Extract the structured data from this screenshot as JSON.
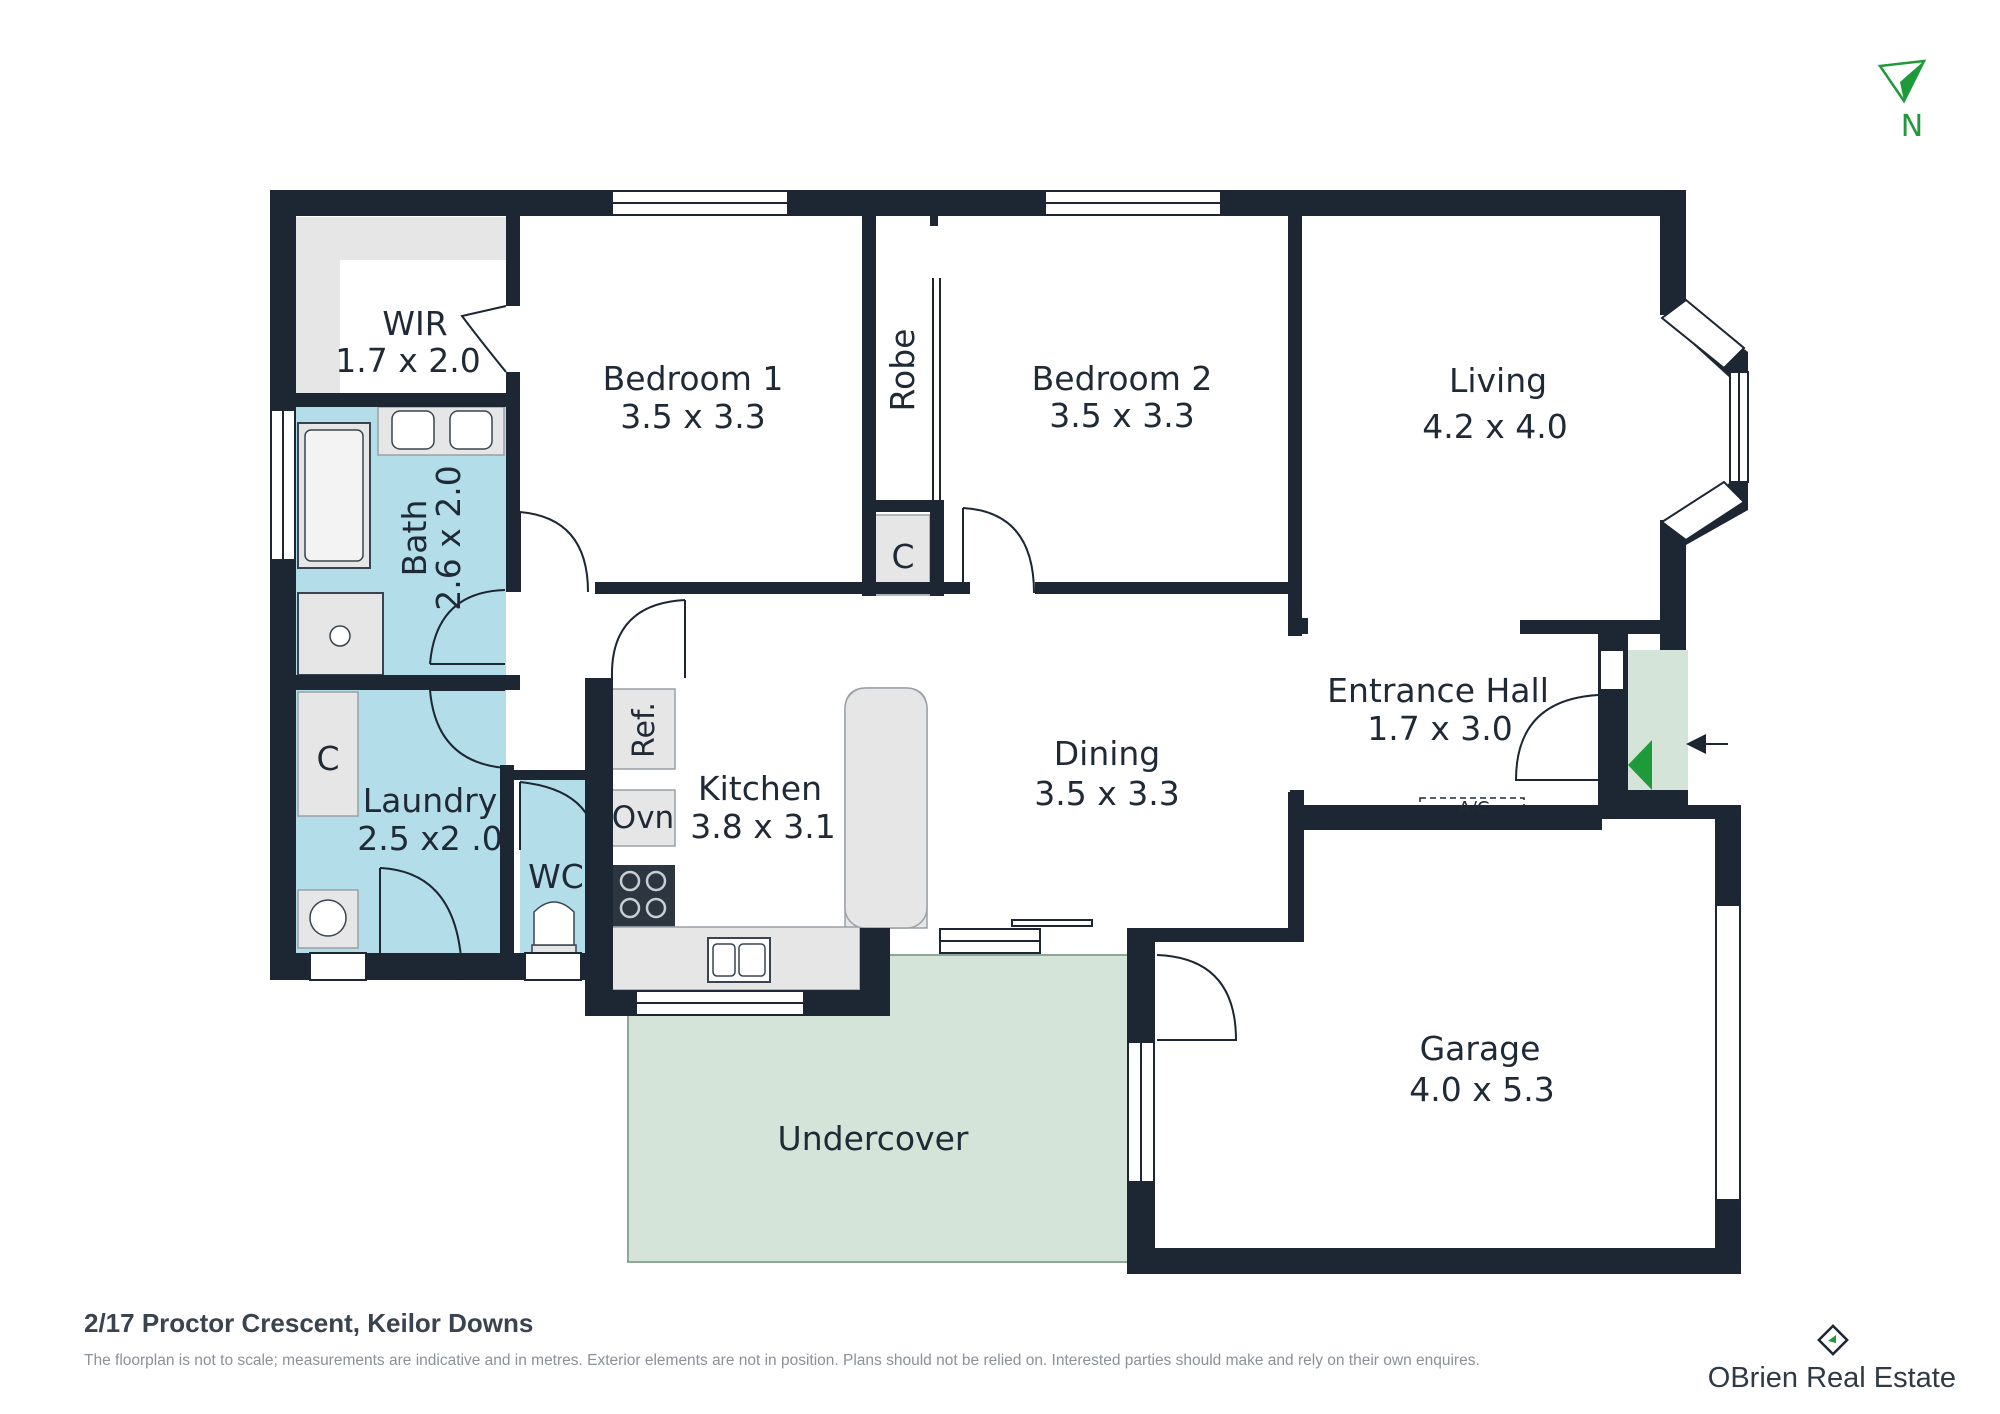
{
  "compass": {
    "label": "N"
  },
  "rooms": {
    "wir": {
      "name": "WIR",
      "size": "1.7 x 2.0"
    },
    "bedroom1": {
      "name": "Bedroom 1",
      "size": "3.5 x 3.3"
    },
    "robe": {
      "name": "Robe"
    },
    "bedroom2": {
      "name": "Bedroom 2",
      "size": "3.5 x 3.3"
    },
    "living": {
      "name": "Living",
      "size": "4.2 x 4.0"
    },
    "bath": {
      "name": "Bath",
      "size": "2.6 x 2.0"
    },
    "cupboard_hall": {
      "name": "C"
    },
    "entrance_hall": {
      "name": "Entrance Hall",
      "size": "1.7 x 3.0"
    },
    "cupboard_laundry": {
      "name": "C"
    },
    "laundry": {
      "name": "Laundry",
      "size": "2.5 x2 .0"
    },
    "ref": {
      "name": "Ref."
    },
    "ovn": {
      "name": "Ovn"
    },
    "kitchen": {
      "name": "Kitchen",
      "size": "3.8 x 3.1"
    },
    "dining": {
      "name": "Dining",
      "size": "3.5 x 3.3"
    },
    "wc": {
      "name": "WC"
    },
    "garage": {
      "name": "Garage",
      "size": "4.0 x 5.3"
    },
    "undercover": {
      "name": "Undercover"
    },
    "ac": {
      "name": "A/C"
    }
  },
  "colors": {
    "wall": "#1c2733",
    "wet_area": "#b3dde9",
    "undercover": "#d4e4d8",
    "joinery": "#e6e6e6",
    "accent_green": "#1f9a3a"
  },
  "footer": {
    "address": "2/17 Proctor Crescent, Keilor Downs",
    "disclaimer": "The floorplan is not to scale; measurements are indicative and in metres. Exterior elements are not in position. Plans should not be relied on. Interested parties should make and rely on their own enquires.",
    "agency": "OBrien Real Estate"
  }
}
